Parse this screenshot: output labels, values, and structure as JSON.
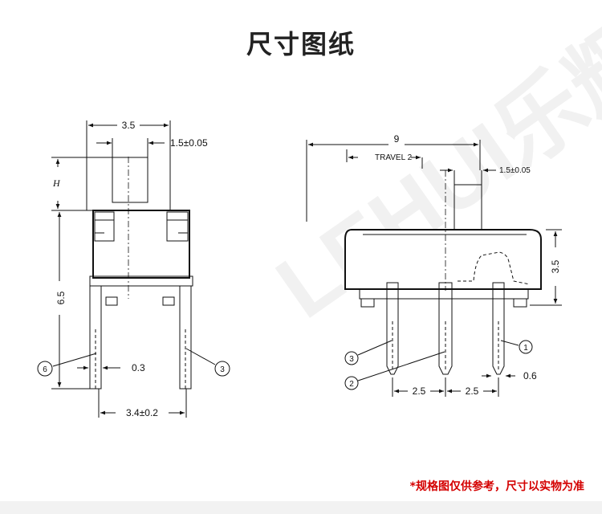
{
  "title": "尺寸图纸",
  "watermark": {
    "text": "LEHUI乐辉",
    "color": "#e5e5e5"
  },
  "front_view": {
    "width_top": "3.5",
    "actuator_width": "1.5±0.05",
    "actuator_height": "H",
    "height": "6.5",
    "pin_width": "0.3",
    "pin_spacing": "3.4±0.2",
    "pin_left": "6",
    "pin_right": "3"
  },
  "side_view": {
    "length": "9",
    "travel": "TRAVEL 2",
    "actuator_width": "1.5±0.05",
    "height": "3.5",
    "pin_width": "0.6",
    "pitch_left": "2.5",
    "pitch_right": "2.5",
    "pins": [
      "3",
      "2",
      "1"
    ]
  },
  "footnote": "*规格图仅供参考，尺寸以实物为准"
}
